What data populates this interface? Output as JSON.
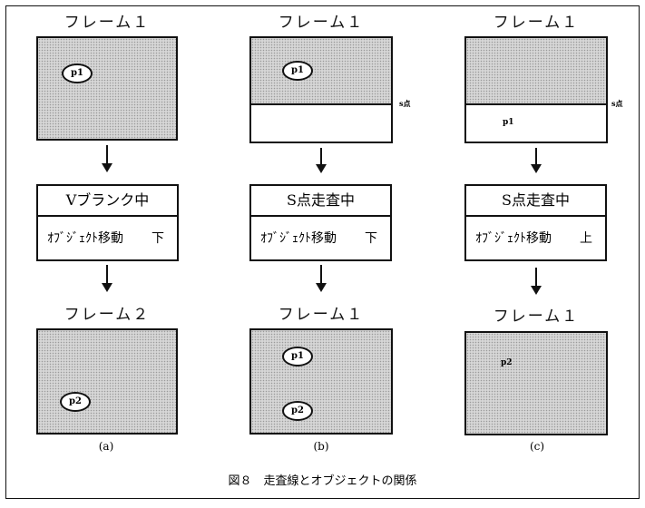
{
  "columns": [
    {
      "id": "a",
      "top_title": "フレーム１",
      "top_objects": [
        "p1"
      ],
      "box_title": "Vブランク中",
      "box_action": "ｵﾌﾞｼﾞｪｸﾄ移動",
      "box_direction": "下",
      "bottom_title": "フレーム２",
      "bottom_objects": [
        "p2"
      ],
      "label": "(a)"
    },
    {
      "id": "b",
      "top_title": "フレーム１",
      "top_objects": [
        "p1"
      ],
      "s_point": "s点",
      "box_title": "S点走査中",
      "box_action": "ｵﾌﾞｼﾞｪｸﾄ移動",
      "box_direction": "下",
      "bottom_title": "フレーム１",
      "bottom_objects": [
        "p1",
        "p2"
      ],
      "label": "(b)"
    },
    {
      "id": "c",
      "top_title": "フレーム１",
      "top_objects": [
        "p1"
      ],
      "s_point": "s点",
      "box_title": "S点走査中",
      "box_action": "ｵﾌﾞｼﾞｪｸﾄ移動",
      "box_direction": "上",
      "bottom_title": "フレーム１",
      "bottom_objects": [
        "p2"
      ],
      "label": "(c)"
    }
  ],
  "caption": "図８　走査線とオブジェクトの関係"
}
